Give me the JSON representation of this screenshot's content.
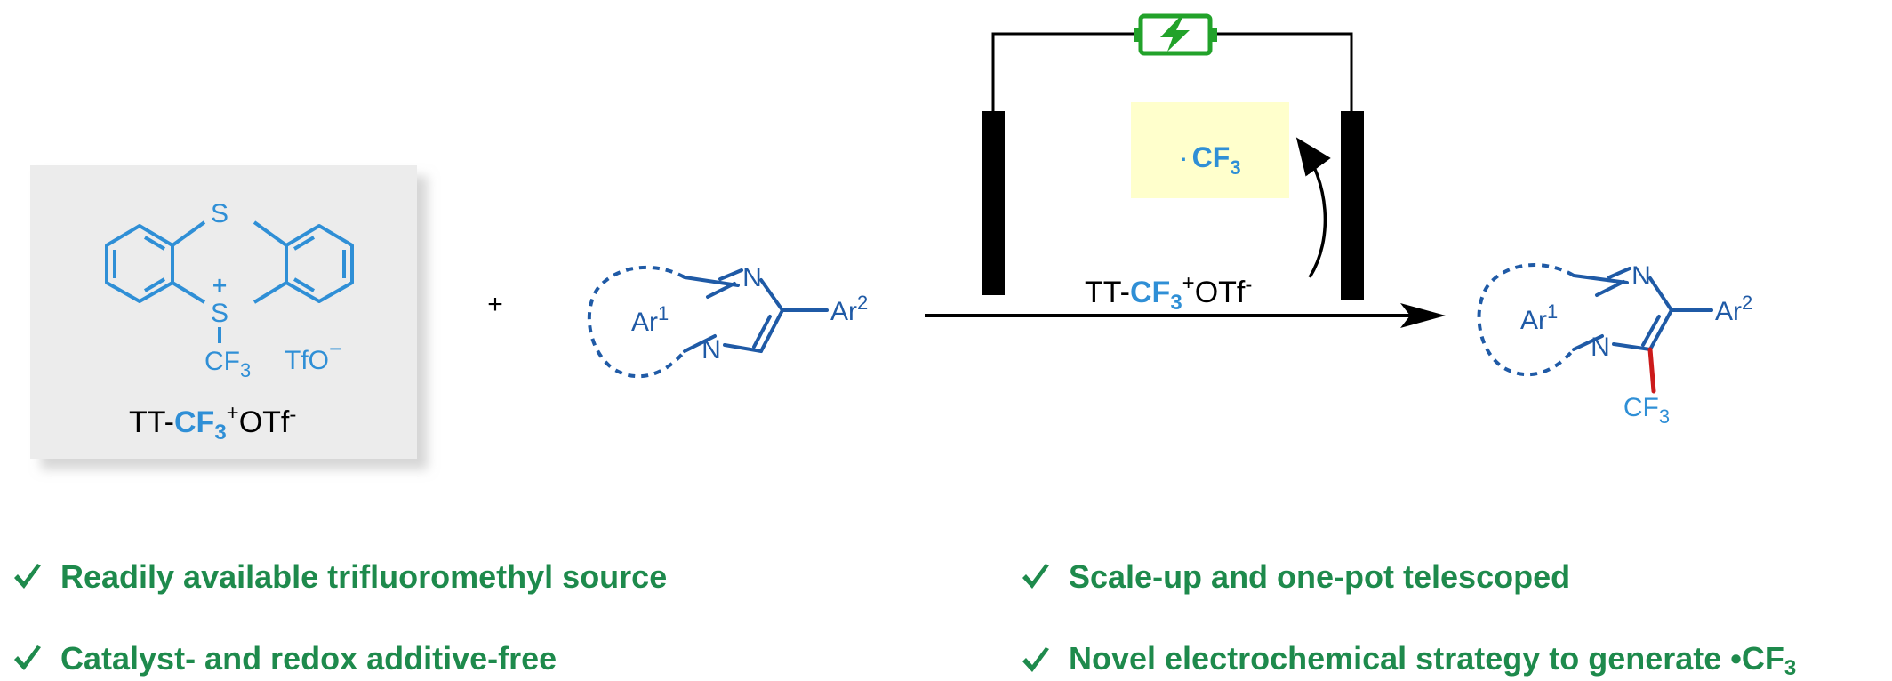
{
  "reagent": {
    "sulfur": "S",
    "sulfonium_charge": "+",
    "cf3": "CF",
    "cf3_sub": "3",
    "counterion": "TfO",
    "counterion_charge": "−",
    "name_prefix": "TT-",
    "name_cf3": "CF",
    "name_sub": "3",
    "name_sup": "+",
    "name_suffix": "OTf",
    "name_suffix_sup": "-"
  },
  "plus_sign": "+",
  "substrate": {
    "ar1": "Ar",
    "ar1_sup": "1",
    "ar2": "Ar",
    "ar2_sup": "2",
    "n_top": "N",
    "n_bottom": "N"
  },
  "conditions": {
    "prefix": "TT-",
    "cf3": "CF",
    "sub": "3",
    "sup": "+",
    "suffix": "OTf",
    "suffix_sup": "-",
    "radical_dot": "·",
    "radical": "CF",
    "radical_sub": "3"
  },
  "product": {
    "ar1": "Ar",
    "ar1_sup": "1",
    "ar2": "Ar",
    "ar2_sup": "2",
    "n_top": "N",
    "n_bottom": "N",
    "cf3": "CF",
    "cf3_sub": "3"
  },
  "features": [
    {
      "text": "Readily available trifluoromethyl source",
      "sub": ""
    },
    {
      "text": "Catalyst- and redox additive-free",
      "sub": ""
    },
    {
      "text": "Scale-up and one-pot telescoped",
      "sub": ""
    },
    {
      "text": "Novel electrochemical strategy to generate •CF",
      "sub": "3"
    }
  ],
  "colors": {
    "reagent_blue": "#2f8fd6",
    "imidazole_blue": "#1f5aa6",
    "green": "#1e8a4c",
    "battery_green": "#22a22a",
    "red_bond": "#cc1a1a",
    "highlight_yellow": "#ffffcc"
  }
}
